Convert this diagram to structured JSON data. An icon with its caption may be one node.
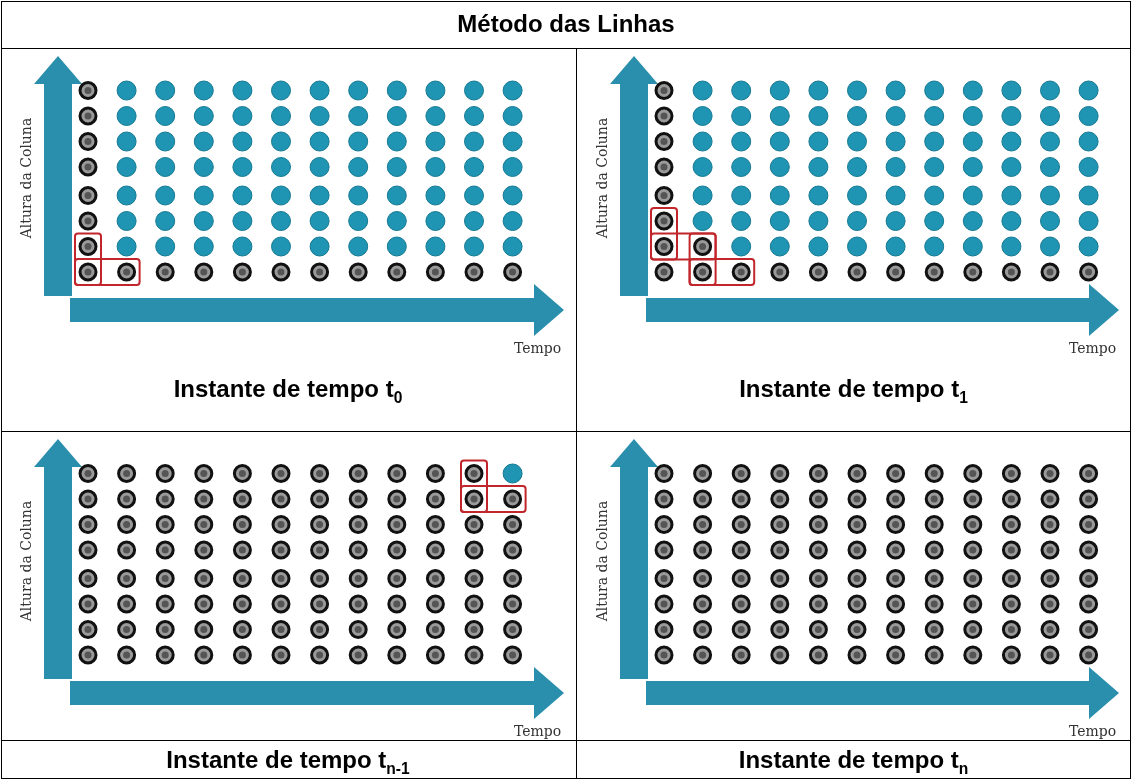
{
  "diagram": {
    "title": "Método das Linhas",
    "labels": [
      "Altura da Coluna",
      "Tempo",
      "Altura da Coluna",
      "Tempo",
      "Instante de tempo t$_{0}$",
      "Instante de tempo t$_{1}$",
      "Altura da Coluna",
      "Tempo",
      "Altura da Coluna",
      "Tempo",
      "Instante de tempo t$_{n-1}$",
      "Instante de tempo t$_{n}$"
    ]
  }
}
